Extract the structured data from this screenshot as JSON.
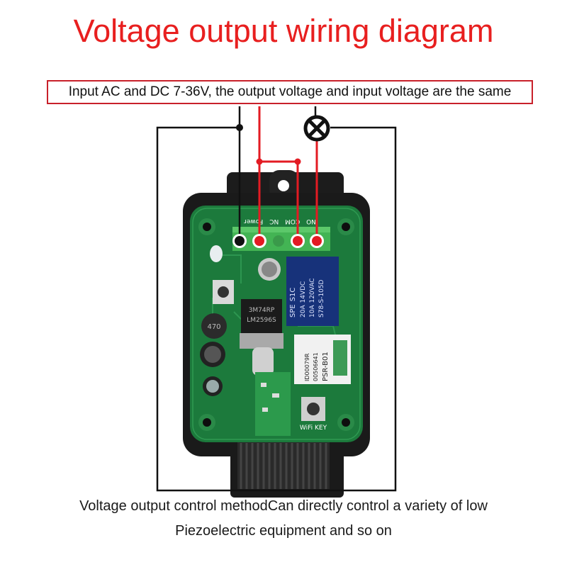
{
  "title": "Voltage output wiring diagram",
  "input_note": "Input AC and DC 7-36V, the output voltage and input voltage are the same",
  "caption_line1": "Voltage output control methodCan directly control a variety of low",
  "caption_line2": "Piezoelectric equipment and so on",
  "terminal_labels": {
    "power": "Power",
    "nc": "NC",
    "com": "COM",
    "no": "NO"
  },
  "relay": {
    "brand": "SPE",
    "model_code": "S1C",
    "rating1": "20A 14VDC",
    "rating2": "10A 120VAC",
    "part": "S78-S-105D"
  },
  "regulator": {
    "line1": "3M74RP",
    "line2": "LM2596S"
  },
  "inductor_label": "470",
  "module": {
    "line1": "ID00079R",
    "line2": "00506641",
    "line3": "PSR-B01"
  },
  "key_label": "WiFi KEY",
  "colors": {
    "title": "#e81f1f",
    "wire_red": "#e31b23",
    "wire_black": "#111111",
    "pcb_green": "#1c7a3c",
    "terminal_green": "#43b454",
    "case_black": "#1a1a1a"
  }
}
